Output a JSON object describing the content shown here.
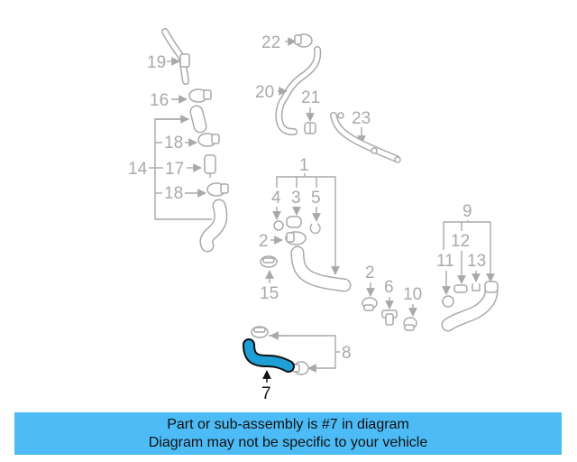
{
  "diagram": {
    "callouts": {
      "c1": "1",
      "c2a": "2",
      "c2b": "2",
      "c3": "3",
      "c4": "4",
      "c5": "5",
      "c6": "6",
      "c7": "7",
      "c8": "8",
      "c9": "9",
      "c10": "10",
      "c11": "11",
      "c12": "12",
      "c13": "13",
      "c14": "14",
      "c15": "15",
      "c16": "16",
      "c17": "17",
      "c18a": "18",
      "c18b": "18",
      "c19": "19",
      "c20": "20",
      "c21": "21",
      "c22": "22",
      "c23": "23"
    },
    "highlight_color": "#1e9fd6",
    "part_color": "#a9a9a9"
  },
  "banner": {
    "line1": "Part or sub-assembly is #7 in diagram",
    "line2": "Diagram may not be specific to your vehicle",
    "background": "#4dbbf5"
  }
}
